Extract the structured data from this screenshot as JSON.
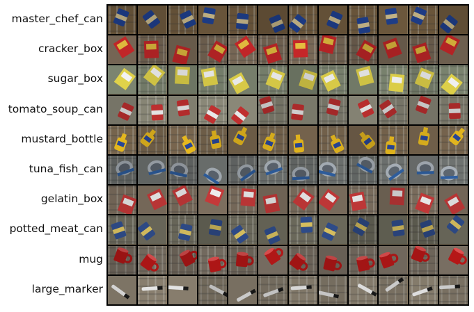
{
  "rows": [
    {
      "label": "master_chef_can",
      "bg": "#6f5a3e",
      "obj": "#1f3f8c",
      "accent": "#c8b88a",
      "shape": "can"
    },
    {
      "label": "cracker_box",
      "bg": "#7a6a58",
      "obj": "#c8282a",
      "accent": "#e8c040",
      "shape": "box"
    },
    {
      "label": "sugar_box",
      "bg": "#7b8470",
      "obj": "#e0d24a",
      "accent": "#f2f2f2",
      "shape": "box"
    },
    {
      "label": "tomato_soup_can",
      "bg": "#8a8878",
      "obj": "#c03030",
      "accent": "#e8e8e8",
      "shape": "can"
    },
    {
      "label": "mustard_bottle",
      "bg": "#7d6a52",
      "obj": "#f0c020",
      "accent": "#2a4aa0",
      "shape": "bottle"
    },
    {
      "label": "tuna_fish_can",
      "bg": "#6e7270",
      "obj": "#a8b0b8",
      "accent": "#2f5fa0",
      "shape": "tuna"
    },
    {
      "label": "gelatin_box",
      "bg": "#7e7060",
      "obj": "#c83a3a",
      "accent": "#f0f0f0",
      "shape": "box"
    },
    {
      "label": "potted_meat_can",
      "bg": "#6c6a5c",
      "obj": "#2f4c8a",
      "accent": "#d8c060",
      "shape": "can"
    },
    {
      "label": "mug",
      "bg": "#7a7064",
      "obj": "#b81818",
      "accent": "#e05050",
      "shape": "mug"
    },
    {
      "label": "large_marker",
      "bg": "#8a8070",
      "obj": "#1a1a1a",
      "accent": "#e8e8e8",
      "shape": "marker"
    }
  ]
}
